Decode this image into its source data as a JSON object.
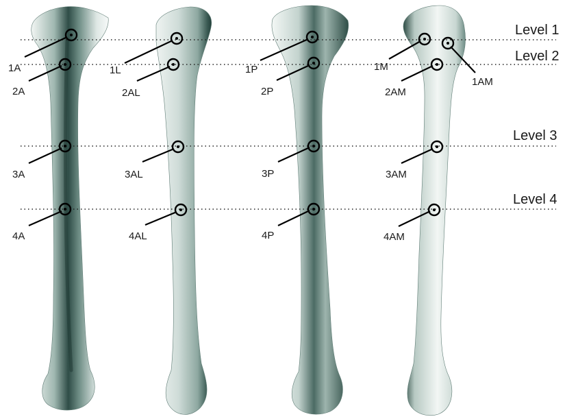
{
  "levels": [
    "Level 1",
    "Level 2",
    "Level 3",
    "Level 4"
  ],
  "views": [
    {
      "markers": [
        "1A",
        "2A",
        "3A",
        "4A"
      ]
    },
    {
      "markers": [
        "1L",
        "2AL",
        "3AL",
        "4AL"
      ]
    },
    {
      "markers": [
        "1P",
        "2P",
        "3P",
        "4P"
      ]
    },
    {
      "markers": [
        "1M",
        "1AM",
        "2AM",
        "3AM",
        "4AM"
      ]
    }
  ],
  "colors": {
    "bone_highlight": "#f4f7f5",
    "bone_mid": "#b9cbc5",
    "bone_shadow": "#36554e",
    "marker": "#000000"
  }
}
